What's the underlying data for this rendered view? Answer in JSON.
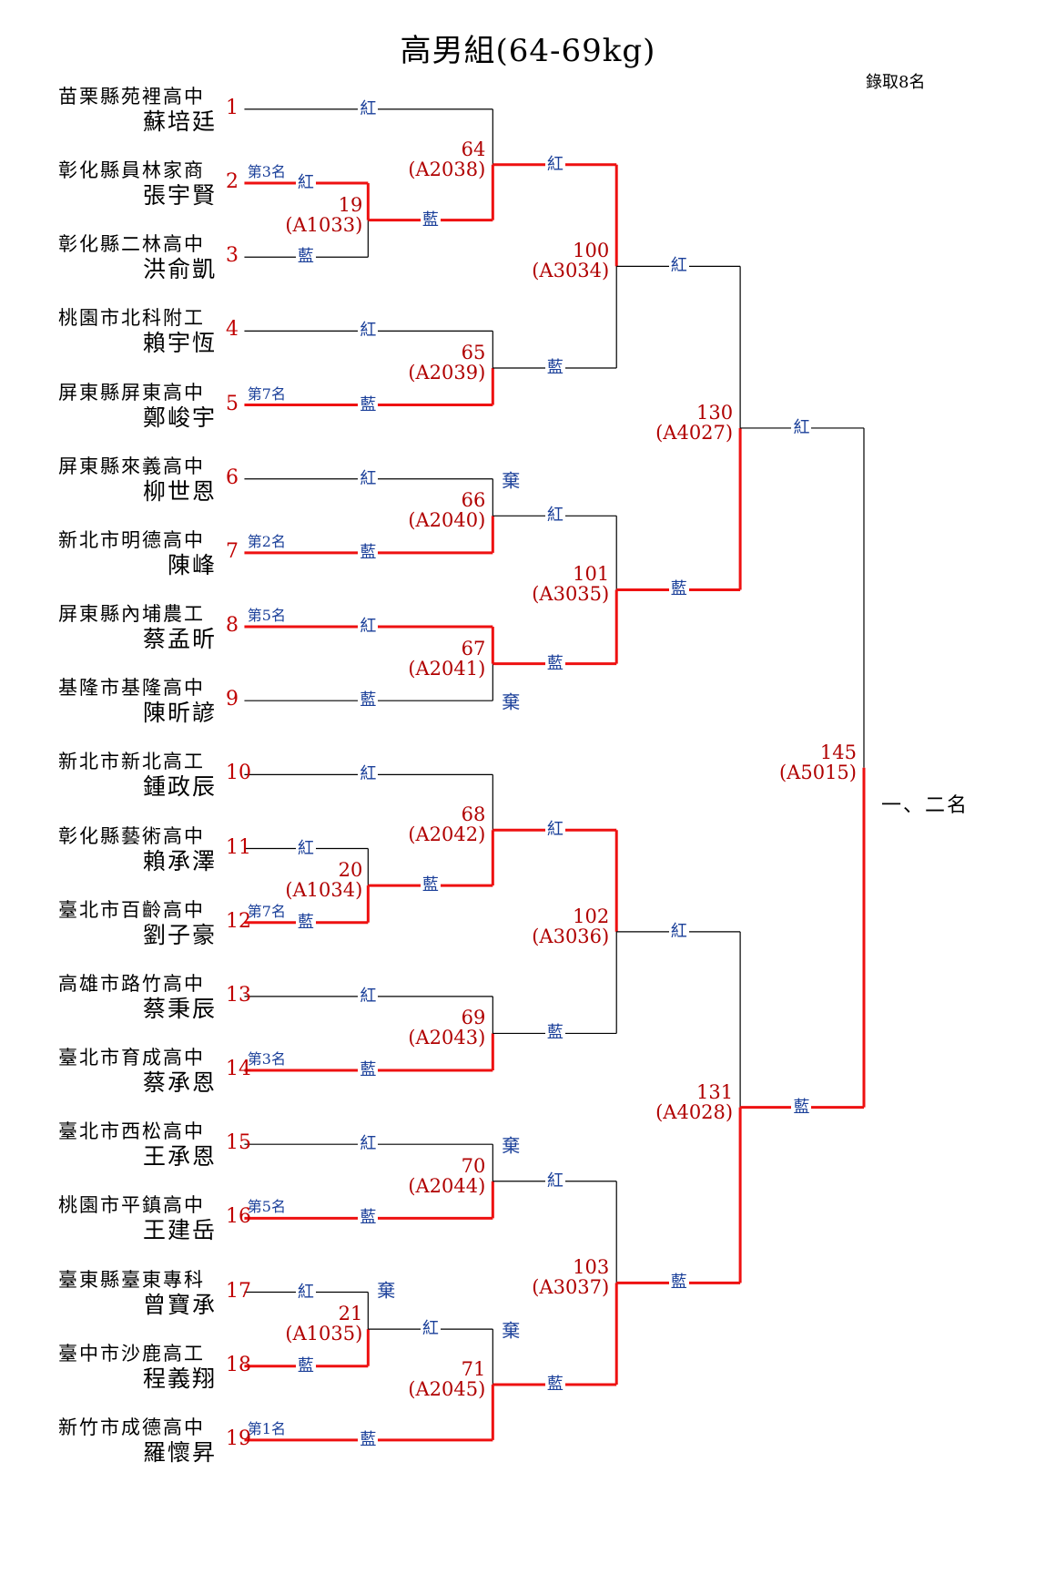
{
  "title": "高男組(64-69kg)",
  "quota": "錄取8名",
  "final_label": "一、二名",
  "competitors": [
    {
      "seed": "1",
      "school": "苗栗縣苑裡高中",
      "name": "蘇培廷",
      "rank": ""
    },
    {
      "seed": "2",
      "school": "彰化縣員林家商",
      "name": "張宇賢",
      "rank": "第3名"
    },
    {
      "seed": "3",
      "school": "彰化縣二林高中",
      "name": "洪俞凱",
      "rank": ""
    },
    {
      "seed": "4",
      "school": "桃園市北科附工",
      "name": "賴宇恆",
      "rank": ""
    },
    {
      "seed": "5",
      "school": "屏東縣屏東高中",
      "name": "鄭峻宇",
      "rank": "第7名"
    },
    {
      "seed": "6",
      "school": "屏東縣來義高中",
      "name": "柳世恩",
      "rank": ""
    },
    {
      "seed": "7",
      "school": "新北市明德高中",
      "name": "陳峰",
      "rank": "第2名"
    },
    {
      "seed": "8",
      "school": "屏東縣內埔農工",
      "name": "蔡孟昕",
      "rank": "第5名"
    },
    {
      "seed": "9",
      "school": "基隆市基隆高中",
      "name": "陳昕諺",
      "rank": ""
    },
    {
      "seed": "10",
      "school": "新北市新北高工",
      "name": "鍾政辰",
      "rank": ""
    },
    {
      "seed": "11",
      "school": "彰化縣藝術高中",
      "name": "賴承澤",
      "rank": ""
    },
    {
      "seed": "12",
      "school": "臺北市百齡高中",
      "name": "劉子豪",
      "rank": "第7名"
    },
    {
      "seed": "13",
      "school": "高雄市路竹高中",
      "name": "蔡秉辰",
      "rank": ""
    },
    {
      "seed": "14",
      "school": "臺北市育成高中",
      "name": "蔡承恩",
      "rank": "第3名"
    },
    {
      "seed": "15",
      "school": "臺北市西松高中",
      "name": "王承恩",
      "rank": ""
    },
    {
      "seed": "16",
      "school": "桃園市平鎮高中",
      "name": "王建岳",
      "rank": "第5名"
    },
    {
      "seed": "17",
      "school": "臺東縣臺東專科",
      "name": "曾寶承",
      "rank": ""
    },
    {
      "seed": "18",
      "school": "臺中市沙鹿高工",
      "name": "程義翔",
      "rank": ""
    },
    {
      "seed": "19",
      "school": "新竹市成德高中",
      "name": "羅懷昇",
      "rank": "第1名"
    }
  ],
  "matches": [
    {
      "num": "19",
      "code": "(A1033)"
    },
    {
      "num": "20",
      "code": "(A1034)"
    },
    {
      "num": "21",
      "code": "(A1035)"
    },
    {
      "num": "64",
      "code": "(A2038)"
    },
    {
      "num": "65",
      "code": "(A2039)"
    },
    {
      "num": "66",
      "code": "(A2040)"
    },
    {
      "num": "67",
      "code": "(A2041)"
    },
    {
      "num": "68",
      "code": "(A2042)"
    },
    {
      "num": "69",
      "code": "(A2043)"
    },
    {
      "num": "70",
      "code": "(A2044)"
    },
    {
      "num": "71",
      "code": "(A2045)"
    },
    {
      "num": "100",
      "code": "(A3034)"
    },
    {
      "num": "101",
      "code": "(A3035)"
    },
    {
      "num": "102",
      "code": "(A3036)"
    },
    {
      "num": "103",
      "code": "(A3037)"
    },
    {
      "num": "130",
      "code": "(A4027)"
    },
    {
      "num": "131",
      "code": "(A4028)"
    },
    {
      "num": "145",
      "code": "(A5015)"
    }
  ],
  "red_label": "紅",
  "blue_label": "藍",
  "forfeit_label": "棄",
  "colors": {
    "winner_line": "#ee1111",
    "corner_text": "#1a3f99",
    "number_text": "#c00000"
  }
}
